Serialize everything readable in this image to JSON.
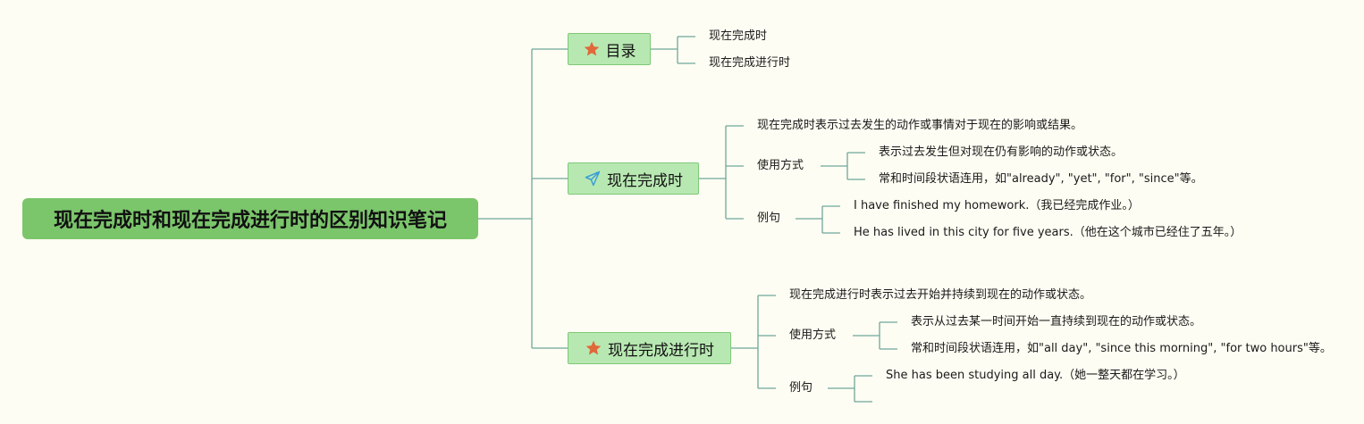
{
  "root": {
    "title": "现在完成时和现在完成进行时的区别知识笔记"
  },
  "colors": {
    "line": "#6fa79a",
    "root_fill": "#7bc56b",
    "branch_fill": "#b8e8b2",
    "branch_border": "#7ec877",
    "star": "#e0683a",
    "plane": "#3a9fd8"
  },
  "branches": {
    "toc": {
      "label": "目录",
      "icon": "star-icon",
      "items": [
        "现在完成时",
        "现在完成进行时"
      ]
    },
    "perfect": {
      "label": "现在完成时",
      "icon": "paper-plane-icon",
      "definition": "现在完成时表示过去发生的动作或事情对于现在的影响或结果。",
      "usage": {
        "label": "使用方式",
        "items": [
          "表示过去发生但对现在仍有影响的动作或状态。",
          "常和时间段状语连用，如\"already\", \"yet\", \"for\", \"since\"等。"
        ]
      },
      "examples": {
        "label": "例句",
        "items": [
          "I have finished my homework.（我已经完成作业。）",
          "He has lived in this city for five years.（他在这个城市已经住了五年。）"
        ]
      }
    },
    "progressive": {
      "label": "现在完成进行时",
      "icon": "star-icon",
      "definition": "现在完成进行时表示过去开始并持续到现在的动作或状态。",
      "usage": {
        "label": "使用方式",
        "items": [
          "表示从过去某一时间开始一直持续到现在的动作或状态。",
          "常和时间段状语连用，如\"all day\", \"since this morning\", \"for two hours\"等。"
        ]
      },
      "examples": {
        "label": "例句",
        "items": [
          "She has been studying all day.（她一整天都在学习。）"
        ]
      }
    }
  }
}
